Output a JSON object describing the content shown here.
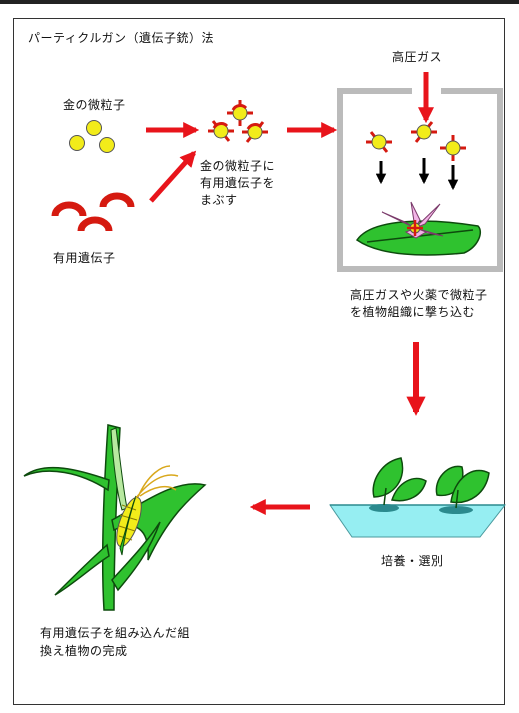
{
  "title": "パーティクルガン（遺伝子銃）法",
  "gold_particles_label": "金の微粒子",
  "useful_gene_label": "有用遺伝子",
  "coat_step_lines": [
    "金の微粒子に",
    "有用遺伝子を",
    "まぶす"
  ],
  "high_pressure_gas_label": "高圧ガス",
  "shoot_step_lines": [
    "高圧ガスや火薬で微粒子",
    "を植物組織に撃ち込む"
  ],
  "culture_label": "培養・選別",
  "result_lines": [
    "有用遺伝子を組み込んだ組",
    "換え植物の完成"
  ],
  "colors": {
    "arrow_red": "#e8141b",
    "gold": "#f2ec1a",
    "gene_red": "#d51a10",
    "leaf_green": "#2fc22f",
    "chamber_gray": "#bbbbbb",
    "tray_cyan": "#96eef2",
    "flower_pink": "#f2b4e6"
  }
}
